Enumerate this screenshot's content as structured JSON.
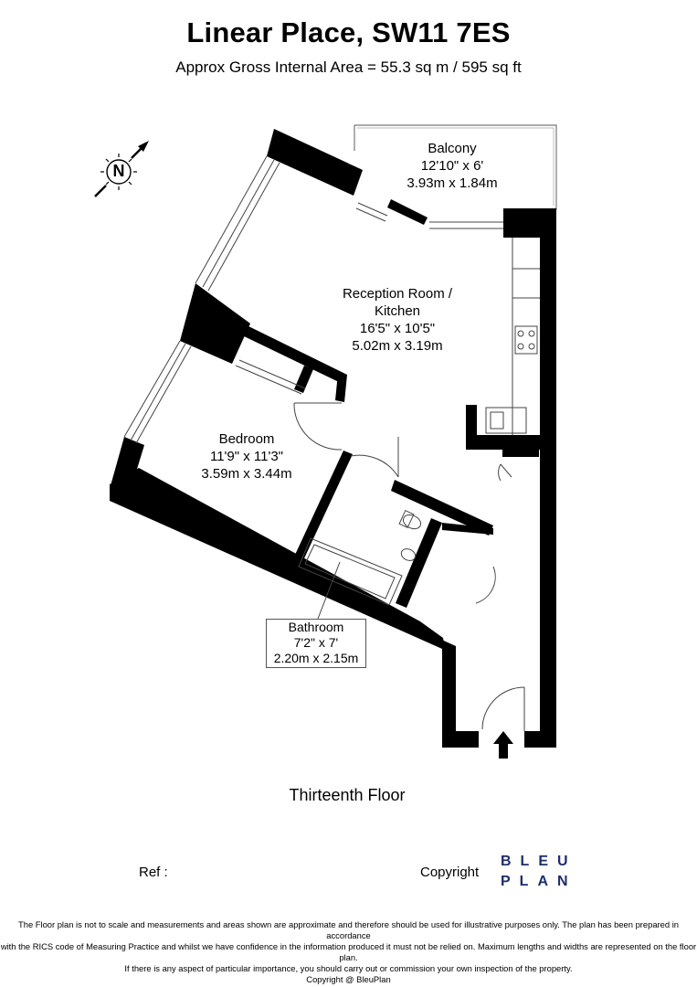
{
  "header": {
    "title": "Linear Place, SW11 7ES",
    "subtitle": "Approx Gross Internal Area = 55.3 sq m / 595 sq ft"
  },
  "compass": {
    "label": "N",
    "icon": "north-arrow-icon"
  },
  "rooms": {
    "balcony": {
      "name": "Balcony",
      "imperial": "12'10\" x 6'",
      "metric": "3.93m x 1.84m"
    },
    "reception": {
      "name_line1": "Reception Room /",
      "name_line2": "Kitchen",
      "imperial": "16'5\" x 10'5\"",
      "metric": "5.02m x 3.19m"
    },
    "bedroom": {
      "name": "Bedroom",
      "imperial": "11'9\" x 11'3\"",
      "metric": "3.59m x 3.44m"
    },
    "bathroom": {
      "name": "Bathroom",
      "imperial": "7'2\" x 7'",
      "metric": "2.20m x 2.15m"
    }
  },
  "floor_name": "Thirteenth Floor",
  "footer": {
    "ref_label": "Ref  :",
    "copyright_label": "Copyright",
    "logo_line1": "BLEU",
    "logo_line2": "PLAN",
    "disclaimer": [
      "The Floor plan is not to scale and measurements and areas shown are approximate and therefore should be used for illustrative purposes only. The plan has been prepared in accordance",
      "with the RICS code of Measuring Practice and whilst we have confidence in the information produced it must not be relied on. Maximum lengths and widths are represented on the floor plan.",
      "If there is any aspect of particular importance, you should carry out or commission your own inspection of the property.",
      "Copyright @ BleuPlan"
    ]
  },
  "colors": {
    "wall": "#000000",
    "logo": "#1d2f6b",
    "balcony_line": "#777777"
  }
}
